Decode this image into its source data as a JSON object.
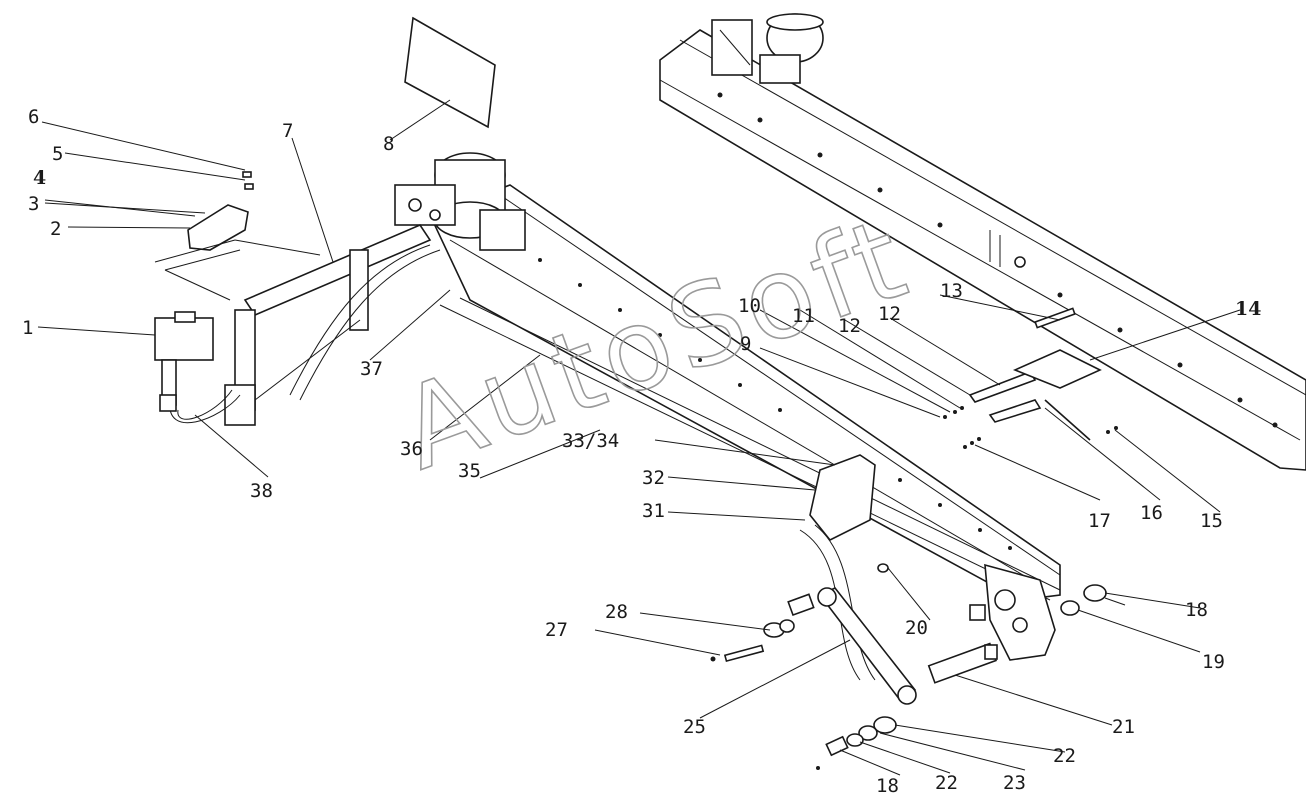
{
  "watermark": "AutoSoft",
  "labels": {
    "l1": "1",
    "l2": "2",
    "l3": "3",
    "l4": "4",
    "l5": "5",
    "l6": "6",
    "l7": "7",
    "l8": "8",
    "l9": "9",
    "l10": "10",
    "l11": "11",
    "l12a": "12",
    "l12b": "12",
    "l13": "13",
    "l14": "14",
    "l15": "15",
    "l16": "16",
    "l17": "17",
    "l18a": "18",
    "l18b": "18",
    "l19": "19",
    "l20": "20",
    "l21": "21",
    "l22a": "22",
    "l22b": "22",
    "l23": "23",
    "l25": "25",
    "l27": "27",
    "l28": "28",
    "l31": "31",
    "l32": "32",
    "l3334": "33/34",
    "l35": "35",
    "l36": "36",
    "l37": "37",
    "l38": "38"
  }
}
